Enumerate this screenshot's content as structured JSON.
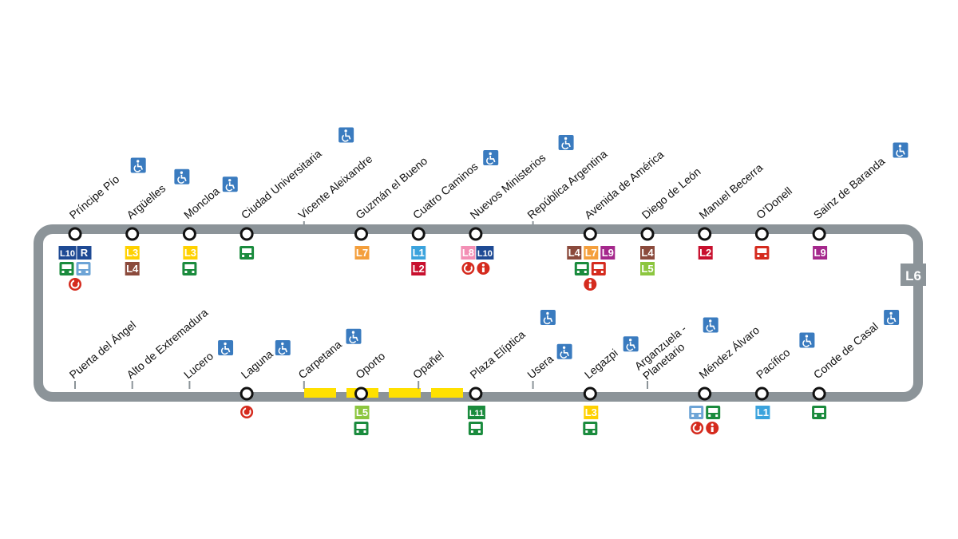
{
  "line": {
    "label": "L6",
    "track_color": "#8c9499",
    "tag_color": "#8c9499",
    "wip_color": "#ffe000"
  },
  "colors": {
    "L1": "#3ba3dd",
    "L2": "#c8102e",
    "L3": "#ffd100",
    "L4": "#8b4a3c",
    "L5": "#8cc63f",
    "L7": "#f49f3c",
    "L8": "#f38fb5",
    "L9": "#a5288c",
    "L10": "#1e4a94",
    "L11": "#1a8b3d",
    "R": "#1e4a94",
    "bus_green": "#1a8b3d",
    "bus_blue": "#6da4d6",
    "bus_red": "#d52b1e",
    "info_red": "#d52b1e",
    "access_blue": "#3a7bbf"
  },
  "top_stations": [
    {
      "name": "Príncipe Pío",
      "accessible": true,
      "lines": [
        "L10",
        "R"
      ],
      "services": [
        "interurban-bus-icon",
        "long-distance-bus-icon"
      ],
      "extras": [
        "commuter-rail-icon"
      ]
    },
    {
      "name": "Argüelles",
      "accessible": true,
      "lines": [
        "L3",
        "L4"
      ],
      "services": [],
      "extras": []
    },
    {
      "name": "Moncloa",
      "accessible": true,
      "lines": [
        "L3"
      ],
      "services": [
        "interurban-bus-icon"
      ],
      "extras": []
    },
    {
      "name": "Ciudad Universitaria",
      "accessible": true,
      "lines": [],
      "services": [
        "interurban-bus-icon"
      ],
      "extras": []
    },
    {
      "name": "Vicente Aleixandre",
      "accessible": false,
      "lines": [],
      "services": [],
      "extras": []
    },
    {
      "name": "Guzmán el Bueno",
      "accessible": false,
      "lines": [
        "L7"
      ],
      "services": [],
      "extras": []
    },
    {
      "name": "Cuatro Caminos",
      "accessible": true,
      "lines": [
        "L1",
        "L2"
      ],
      "services": [],
      "extras": []
    },
    {
      "name": "Nuevos Ministerios",
      "accessible": true,
      "lines": [
        "L8",
        "L10"
      ],
      "services": [],
      "extras": [
        "commuter-rail-icon",
        "info-icon"
      ]
    },
    {
      "name": "República Argentina",
      "accessible": false,
      "lines": [],
      "services": [],
      "extras": []
    },
    {
      "name": "Avenida de América",
      "accessible": false,
      "lines": [
        "L4",
        "L7",
        "L9"
      ],
      "services": [
        "interurban-bus-icon",
        "long-distance-bus-icon-red"
      ],
      "extras": [
        "info-icon"
      ]
    },
    {
      "name": "Diego de León",
      "accessible": false,
      "lines": [
        "L4",
        "L5"
      ],
      "services": [],
      "extras": []
    },
    {
      "name": "Manuel Becerra",
      "accessible": false,
      "lines": [
        "L2"
      ],
      "services": [],
      "extras": []
    },
    {
      "name": "O'Donell",
      "accessible": false,
      "lines": [],
      "services": [
        "long-distance-bus-icon-red"
      ],
      "extras": []
    },
    {
      "name": "Sainz de Baranda",
      "accessible": true,
      "lines": [
        "L9"
      ],
      "services": [],
      "extras": []
    }
  ],
  "bottom_stations": [
    {
      "name": "Puerta del Ángel",
      "accessible": false,
      "lines": [],
      "services": [],
      "extras": []
    },
    {
      "name": "Alto de Extremadura",
      "accessible": false,
      "lines": [],
      "services": [],
      "extras": []
    },
    {
      "name": "Lucero",
      "accessible": true,
      "lines": [],
      "services": [],
      "extras": []
    },
    {
      "name": "Laguna",
      "accessible": true,
      "lines": [],
      "services": [],
      "extras": [
        "commuter-rail-icon"
      ]
    },
    {
      "name": "Carpetana",
      "accessible": true,
      "lines": [],
      "services": [],
      "extras": []
    },
    {
      "name": "Oporto",
      "accessible": false,
      "lines": [
        "L5"
      ],
      "services": [
        "interurban-bus-icon"
      ],
      "extras": []
    },
    {
      "name": "Opañel",
      "accessible": false,
      "lines": [],
      "services": [],
      "extras": []
    },
    {
      "name": "Plaza Elíptica",
      "accessible": true,
      "lines": [
        "L11"
      ],
      "services": [
        "interurban-bus-icon"
      ],
      "extras": []
    },
    {
      "name": "Usera",
      "accessible": true,
      "lines": [],
      "services": [],
      "extras": []
    },
    {
      "name": "Legazpi",
      "accessible": true,
      "lines": [
        "L3"
      ],
      "services": [
        "interurban-bus-icon"
      ],
      "extras": []
    },
    {
      "name": "Arganzuela -\nPlanetario",
      "accessible": true,
      "lines": [],
      "services": [],
      "extras": []
    },
    {
      "name": "Méndez Álvaro",
      "accessible": false,
      "lines": [],
      "services": [
        "long-distance-bus-icon",
        "interurban-bus-icon"
      ],
      "extras": [
        "commuter-rail-icon",
        "info-icon"
      ]
    },
    {
      "name": "Pacífico",
      "accessible": true,
      "lines": [
        "L1"
      ],
      "services": [],
      "extras": []
    },
    {
      "name": "Conde de Casal",
      "accessible": true,
      "lines": [],
      "services": [
        "interurban-bus-icon"
      ],
      "extras": []
    }
  ]
}
